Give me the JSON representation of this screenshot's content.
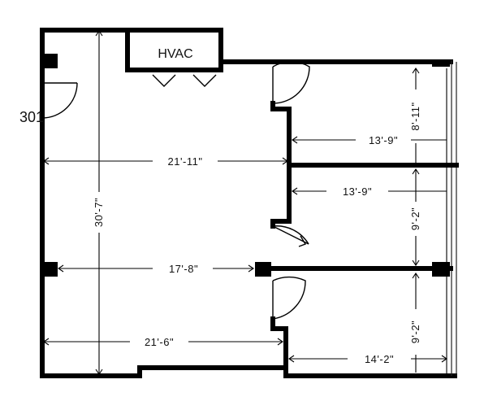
{
  "labels": {
    "hvac": "HVAC",
    "unit_number": "301"
  },
  "dimensions": {
    "total_height": "30'-7\"",
    "width_upper": "21'-11\"",
    "width_middle": "17'-8\"",
    "width_lower": "21'-6\"",
    "room_top_width": "13'-9\"",
    "room_top_height": "8'-11\"",
    "room_mid_width": "13'-9\"",
    "room_mid_height": "9'-2\"",
    "room_bottom_width": "14'-2\"",
    "room_bottom_height": "9'-2\""
  },
  "colors": {
    "walls": "#000000",
    "background": "#ffffff"
  }
}
